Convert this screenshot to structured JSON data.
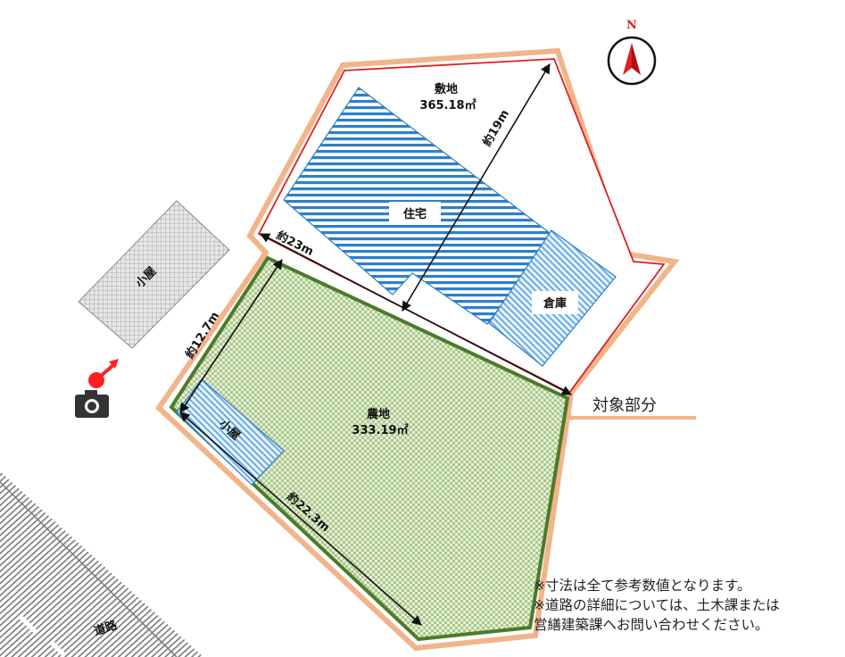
{
  "compass": {
    "label": "N"
  },
  "site": {
    "name": "敷地",
    "area": "365.18㎡",
    "outline_color": "#e01e1e",
    "border_color": "#f2b48a"
  },
  "farmland": {
    "name": "農地",
    "area": "333.19㎡",
    "outline_color": "#4d7a2a"
  },
  "buildings": {
    "house": "住宅",
    "storehouse": "倉庫",
    "shed_farm": "小屋",
    "shed_outside": "小屋"
  },
  "dimensions": {
    "north_south": "約19m",
    "site_width": "約23m",
    "farm_left": "約12.7m",
    "farm_bottom": "約22.3m"
  },
  "target_label": "対象部分",
  "road_label": "道路",
  "icons": {
    "compass": "north-arrow-icon",
    "camera": "camera-icon",
    "viewpoint": "viewpoint-marker-icon"
  },
  "colors": {
    "house_stripe": "#2e7fc9",
    "shed_fill": "#bfbfbf",
    "farm_fill": "#cfe0b5",
    "viewpoint": "#ff2020"
  },
  "notes": [
    "※寸法は全て参考数値となります。",
    "※道路の詳細については、土木課または",
    "営繕建築課へお問い合わせください。"
  ]
}
